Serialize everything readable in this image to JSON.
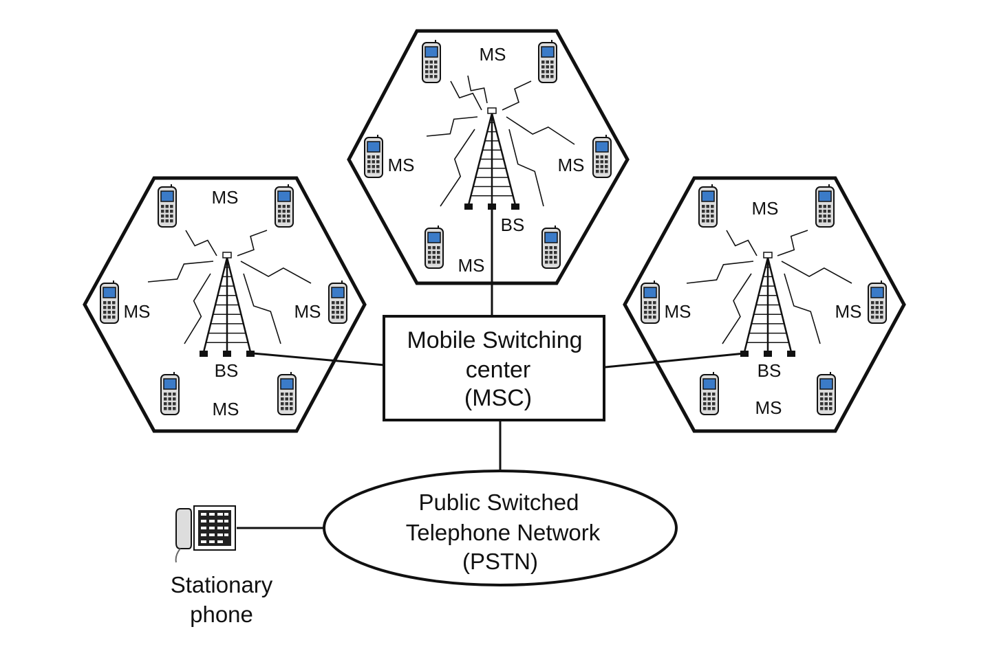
{
  "cells": [
    {
      "id": "top",
      "ms_labels": [
        "MS",
        "MS",
        "MS",
        "MS"
      ],
      "bs_label": "BS"
    },
    {
      "id": "left",
      "ms_labels": [
        "MS",
        "MS",
        "MS",
        "MS"
      ],
      "bs_label": "BS"
    },
    {
      "id": "right",
      "ms_labels": [
        "MS",
        "MS",
        "MS",
        "MS"
      ],
      "bs_label": "BS"
    }
  ],
  "msc": {
    "lines": [
      "Mobile Switching",
      "center",
      "(MSC)"
    ]
  },
  "pstn": {
    "lines": [
      "Public Switched",
      "Telephone Network",
      "(PSTN)"
    ]
  },
  "stationary_phone": {
    "lines": [
      "Stationary",
      "phone"
    ]
  },
  "icons": {
    "mobile": "mobile-phone-icon",
    "tower": "cell-tower-icon",
    "desk_phone": "desk-phone-icon"
  },
  "colors": {
    "stroke": "#111111",
    "screen": "#3b7bc8",
    "background": "#ffffff"
  }
}
